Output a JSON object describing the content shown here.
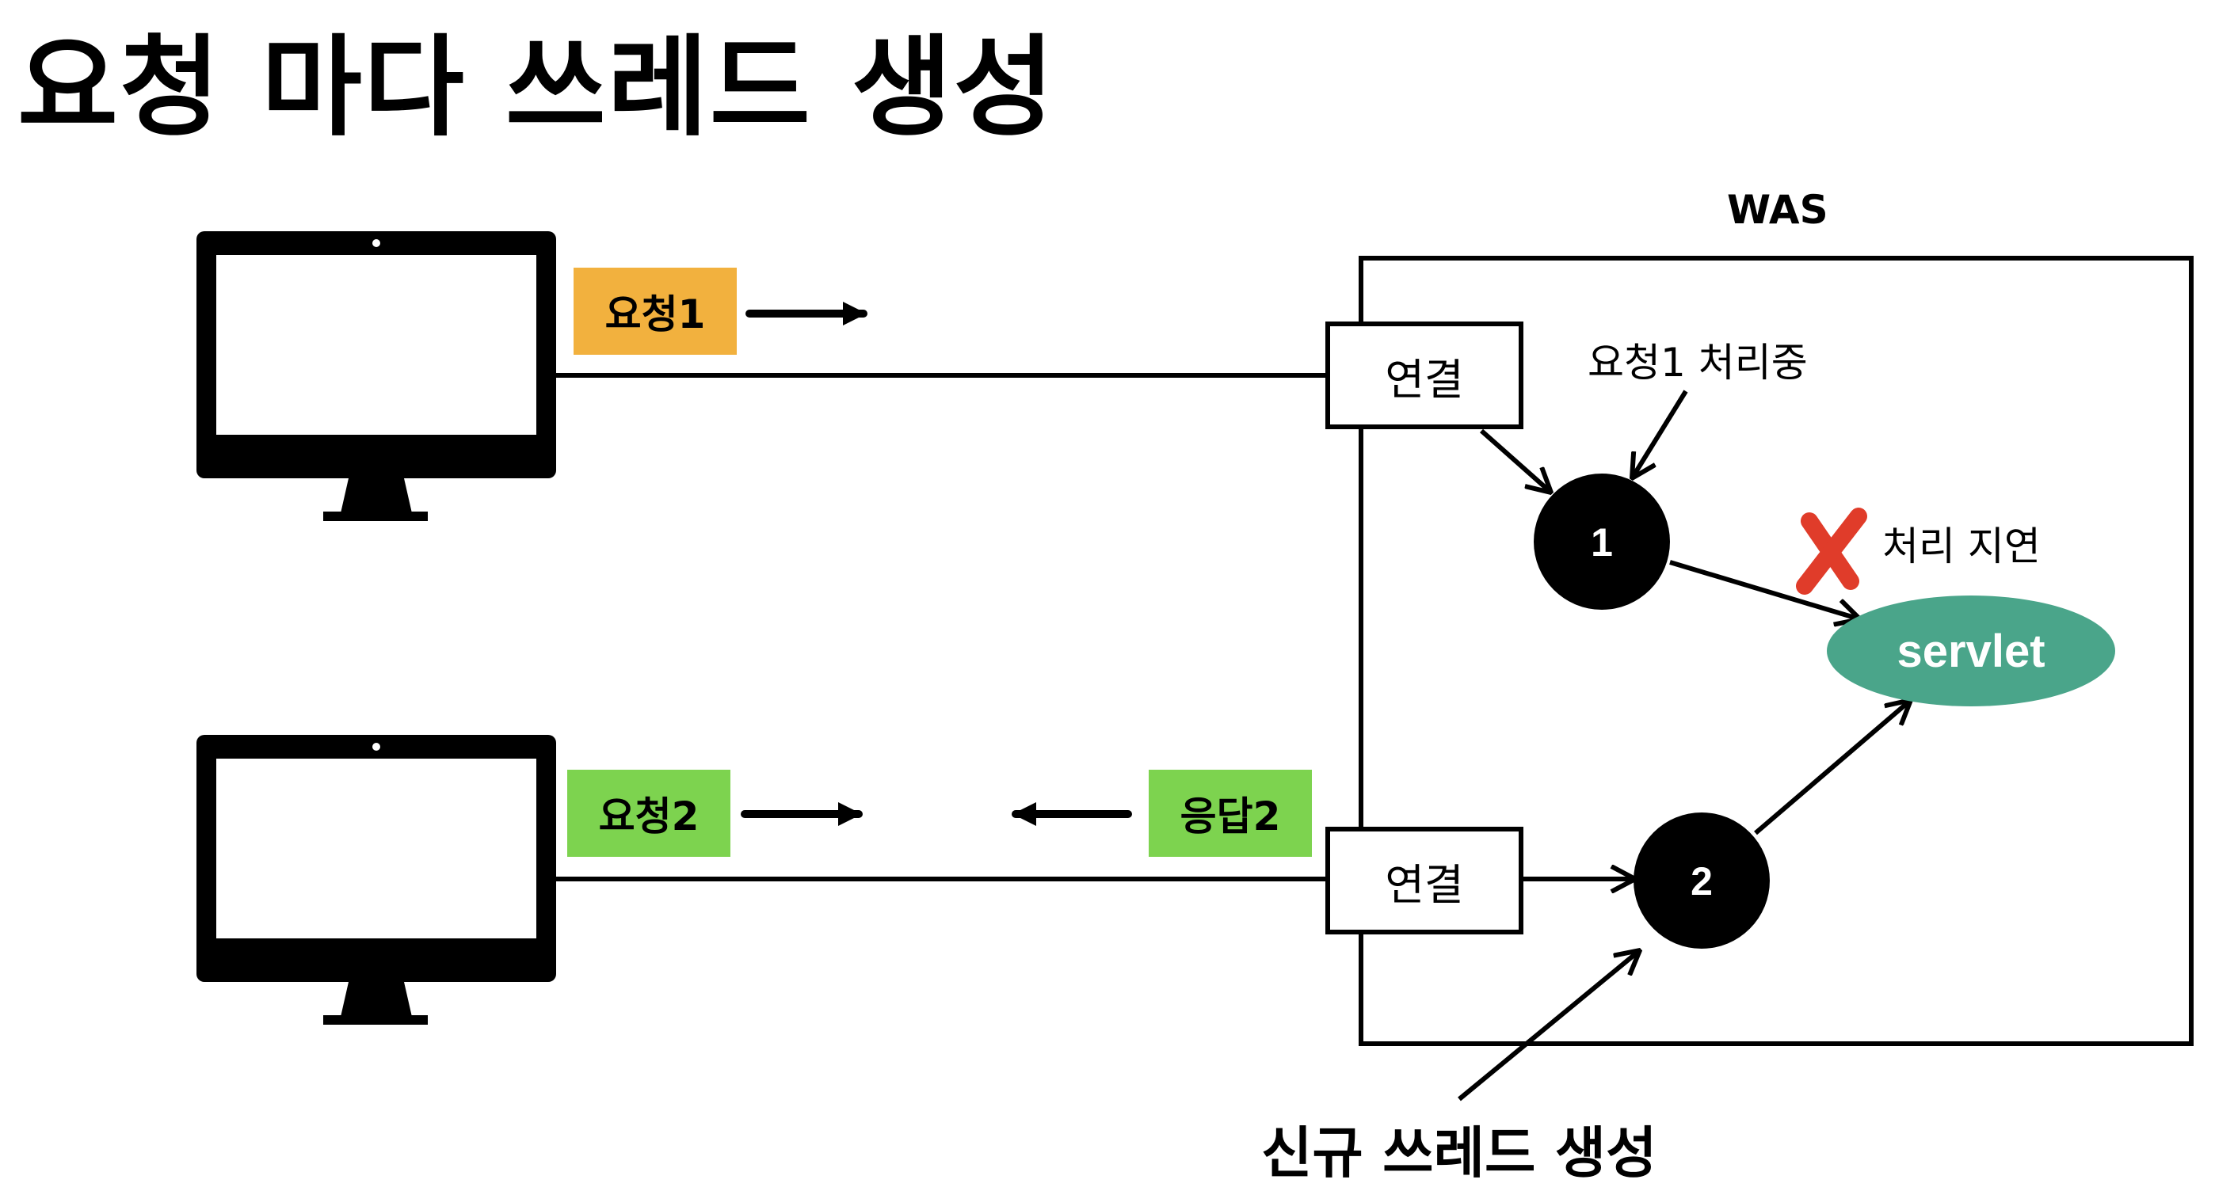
{
  "title": "요청 마다 쓰레드 생성",
  "was_label": "WAS",
  "request1": {
    "label": "요청1",
    "color": "#f2b13e"
  },
  "request2": {
    "label": "요청2",
    "color": "#7dd34f"
  },
  "response2": {
    "label": "응답2",
    "color": "#7dd34f"
  },
  "connection_label_top": "연결",
  "connection_label_bottom": "연결",
  "thread1": {
    "label": "1",
    "note": "요청1 처리중"
  },
  "thread2": {
    "label": "2"
  },
  "servlet": {
    "label": "servlet",
    "color": "#4aa58a"
  },
  "delay_note": "처리 지연",
  "delay_mark_color": "#e03c2a",
  "new_thread_note": "신규 쓰레드 생성"
}
